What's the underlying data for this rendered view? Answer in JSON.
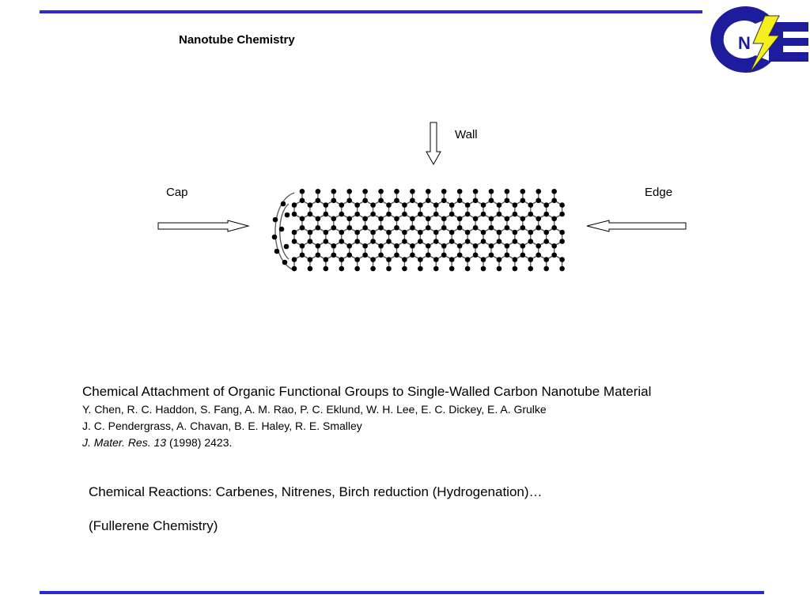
{
  "header": {
    "title": "Nanotube Chemistry",
    "logo_text": "CNE"
  },
  "figure": {
    "labels": {
      "wall": "Wall",
      "cap": "Cap",
      "edge": "Edge"
    }
  },
  "reference": {
    "title": "Chemical Attachment of Organic Functional Groups to Single-Walled Carbon Nanotube Material",
    "authors_line1": "Y. Chen, R. C. Haddon, S. Fang, A. M. Rao, P. C. Eklund, W. H. Lee, E. C. Dickey, E. A. Grulke",
    "authors_line2": "J. C. Pendergrass, A. Chavan, B. E. Haley, R. E. Smalley",
    "journal": "J. Mater. Res.",
    "volume": "13",
    "rest": " (1998) 2423."
  },
  "body": {
    "reactions": "Chemical Reactions:  Carbenes, Nitrenes, Birch reduction (Hydrogenation)…",
    "fullerene": "(Fullerene Chemistry)"
  },
  "colors": {
    "rule": "#2a2ad0",
    "logo_blue": "#1c1c9c",
    "bolt": "#f5ef1e"
  }
}
